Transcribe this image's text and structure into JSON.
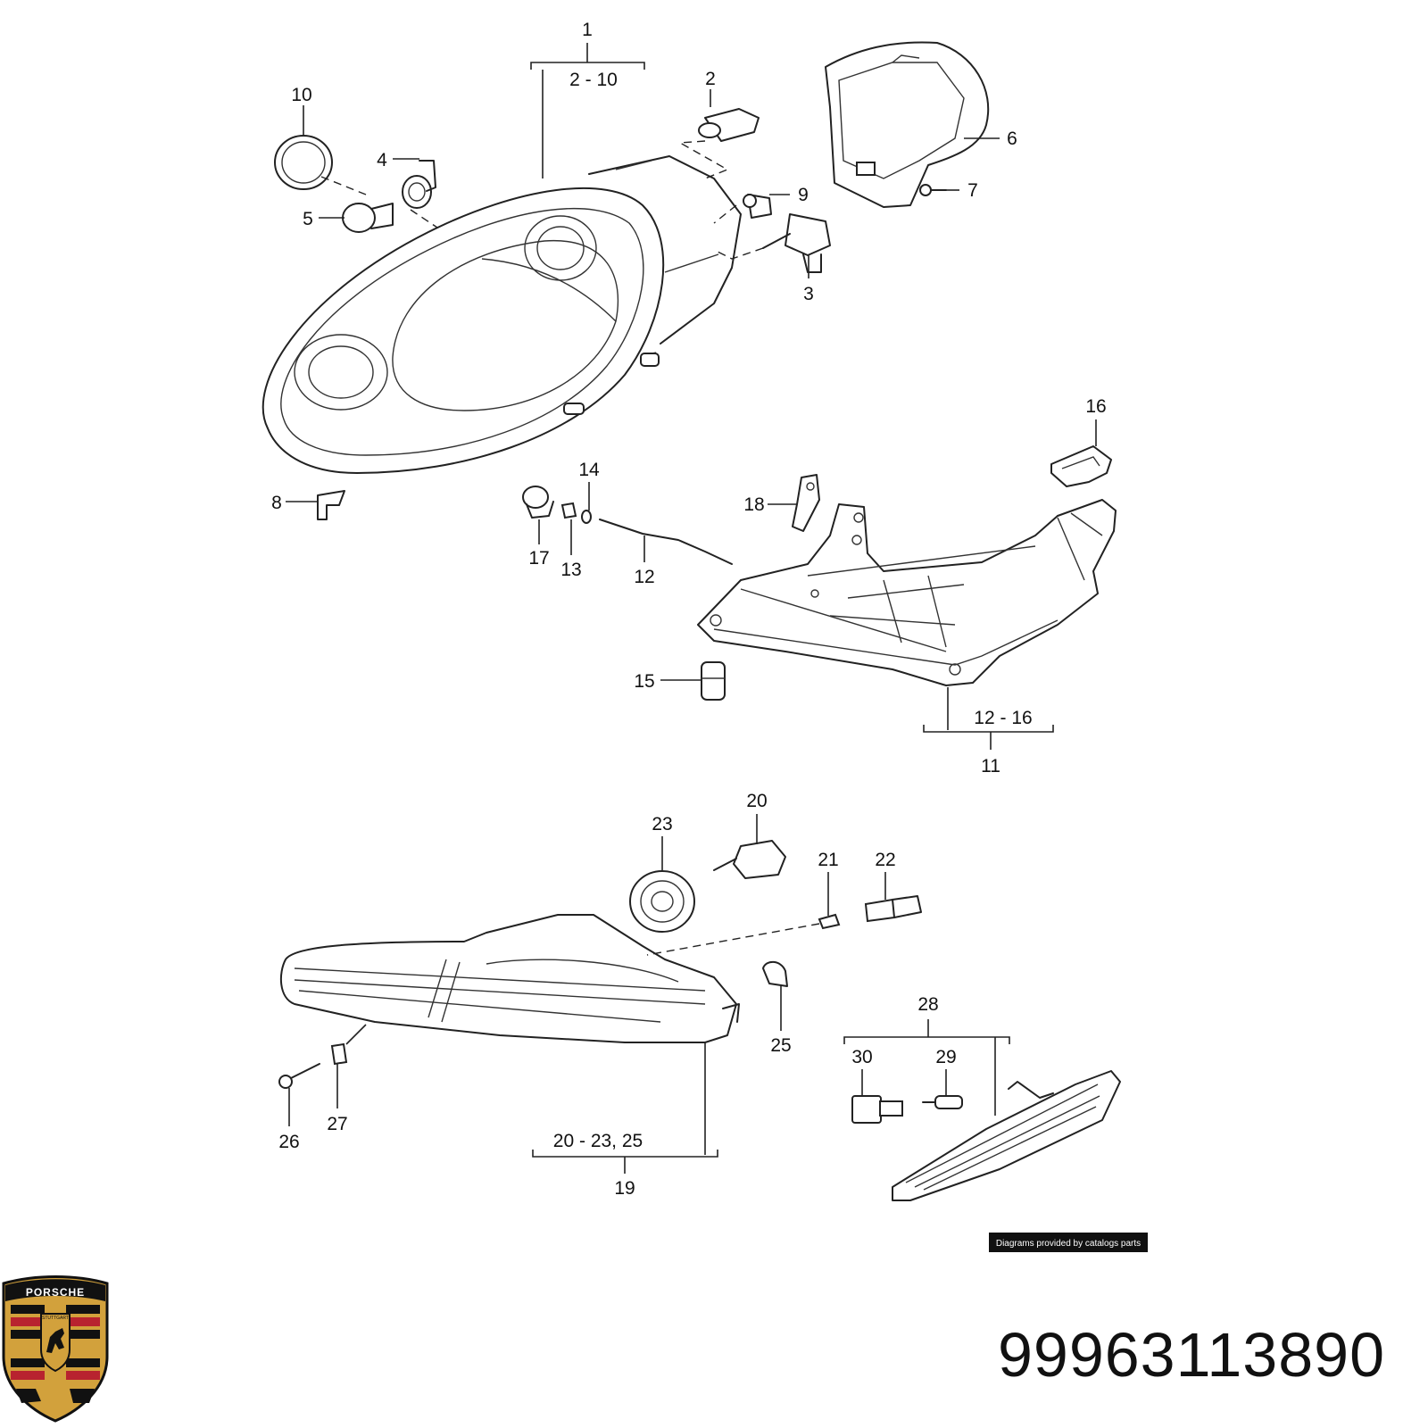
{
  "diagram": {
    "callouts": [
      "1",
      "2 - 10",
      "2",
      "3",
      "4",
      "5",
      "6",
      "7",
      "8",
      "9",
      "10",
      "11",
      "12 - 16",
      "12",
      "13",
      "14",
      "15",
      "16",
      "17",
      "18",
      "19",
      "20 - 23, 25",
      "20",
      "21",
      "22",
      "23",
      "25",
      "26",
      "27",
      "28",
      "29",
      "30"
    ],
    "credit": "Diagrams provided by catalogs parts"
  },
  "brand": {
    "crest_text": "PORSCHE",
    "crest_city": "STUTTGART",
    "colors": {
      "red": "#b8232f",
      "black": "#111111",
      "gold": "#d2a13c"
    }
  },
  "part_number": "99963113890"
}
